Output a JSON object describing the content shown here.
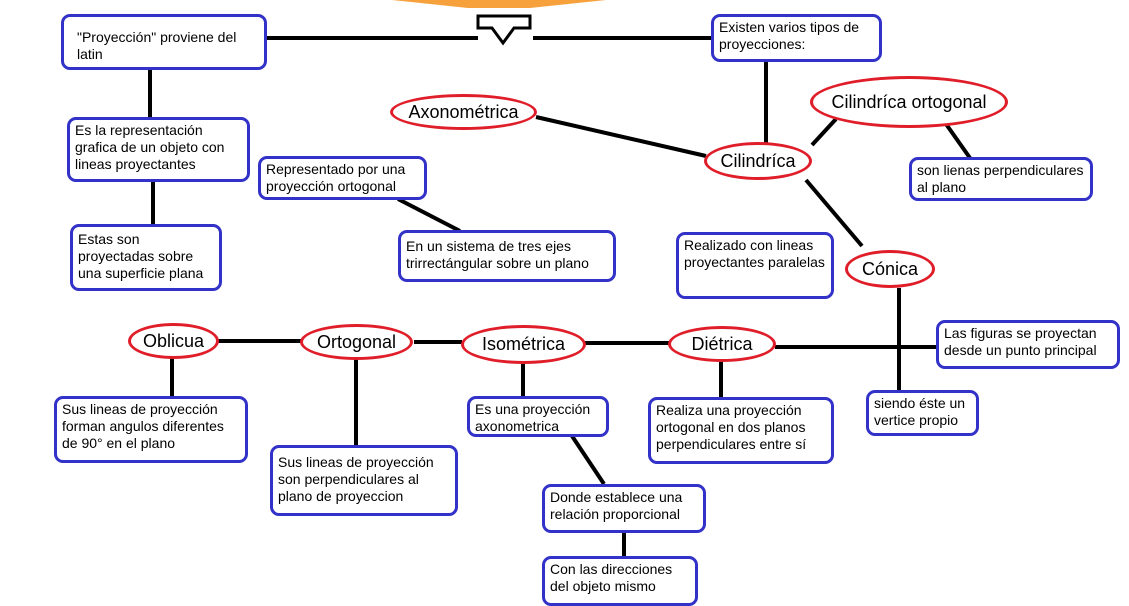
{
  "colors": {
    "box_border": "#3232c8",
    "oval_border": "#e01e2a",
    "line": "#000000",
    "top_accent": "#f7a13c"
  },
  "icons": {
    "center_arrow": "down-arrow-icon"
  },
  "boxes": {
    "proyeccion_origen": "\"Proyección\" proviene del latin",
    "representacion": "Es la representación grafica de un objeto con lineas proyectantes",
    "proyectadas": "Estas son proyectadas sobre una superficie plana",
    "tipos": "Existen varios tipos de proyecciones:",
    "representado_ortogonal": "Representado por una proyección ortogonal",
    "sistema_tres_ejes": "En un sistema de tres ejes trirrectángular sobre un plano",
    "lineas_paralelas": "Realizado con lineas proyectantes paralelas",
    "perpendiculares_plano": "son lienas perpendiculares al plano",
    "punto_principal": "Las figuras se proyectan desde un punto principal",
    "vertice_propio": "siendo éste un vertice propio",
    "oblicua_desc": "Sus lineas de proyección forman angulos diferentes de 90° en el plano",
    "ortogonal_desc": "Sus lineas de proyección son perpendiculares al plano de proyeccion",
    "isometrica_desc": "Es una proyección axonometrica",
    "relacion_proporcional": "Donde establece una relación proporcional",
    "direcciones": "Con las direcciones del objeto mismo",
    "dietrica_desc": "Realiza una proyección ortogonal en dos planos perpendiculares entre sí"
  },
  "ovals": {
    "axonometrica": "Axonométrica",
    "cilindrica_ortogonal": "Cilindríca ortogonal",
    "cilindrica": "Cilindríca",
    "conica": "Cónica",
    "oblicua": "Oblicua",
    "ortogonal": "Ortogonal",
    "isometrica": "Isométrica",
    "dietrica": "Diétrica"
  }
}
